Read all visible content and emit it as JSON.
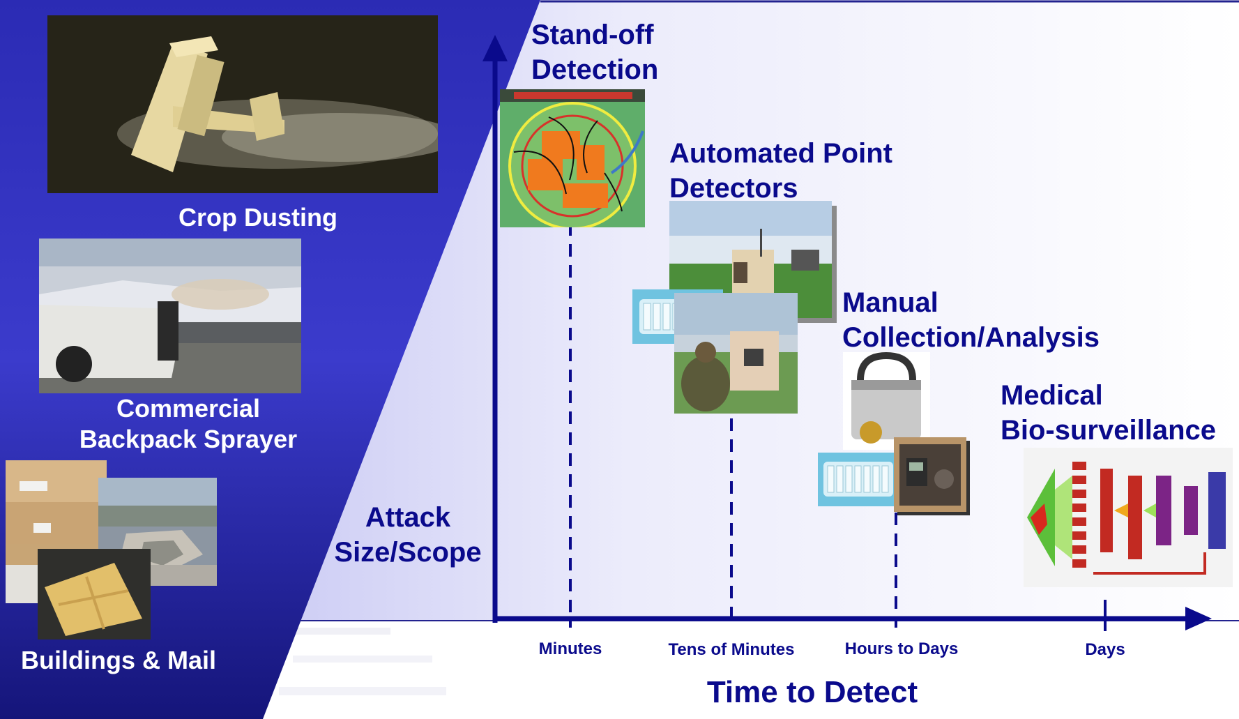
{
  "left_panel": {
    "scenarios": [
      {
        "label": "Crop Dusting",
        "image": "crop-duster-plane-image"
      },
      {
        "label": "Commercial\nBackpack Sprayer",
        "image": "truck-sprayer-image"
      },
      {
        "label": "Buildings & Mail",
        "image": "buildings-mail-collage"
      }
    ]
  },
  "y_axis": {
    "label_line1": "Attack",
    "label_line2": "Size/Scope"
  },
  "x_axis": {
    "title": "Time to Detect",
    "ticks": [
      "Minutes",
      "Tens of Minutes",
      "Hours to Days",
      "Days"
    ]
  },
  "methods": [
    {
      "line1": "Stand-off",
      "line2": "Detection"
    },
    {
      "line1": "Automated Point",
      "line2": "Detectors"
    },
    {
      "line1": "Manual",
      "line2": "Collection/Analysis"
    },
    {
      "line1": "Medical",
      "line2": "Bio-surveillance"
    }
  ],
  "colors": {
    "navy": "#0a0a8c",
    "panel_blue": "#3a3ac8",
    "plot_lavender": "#e4e4fa"
  }
}
